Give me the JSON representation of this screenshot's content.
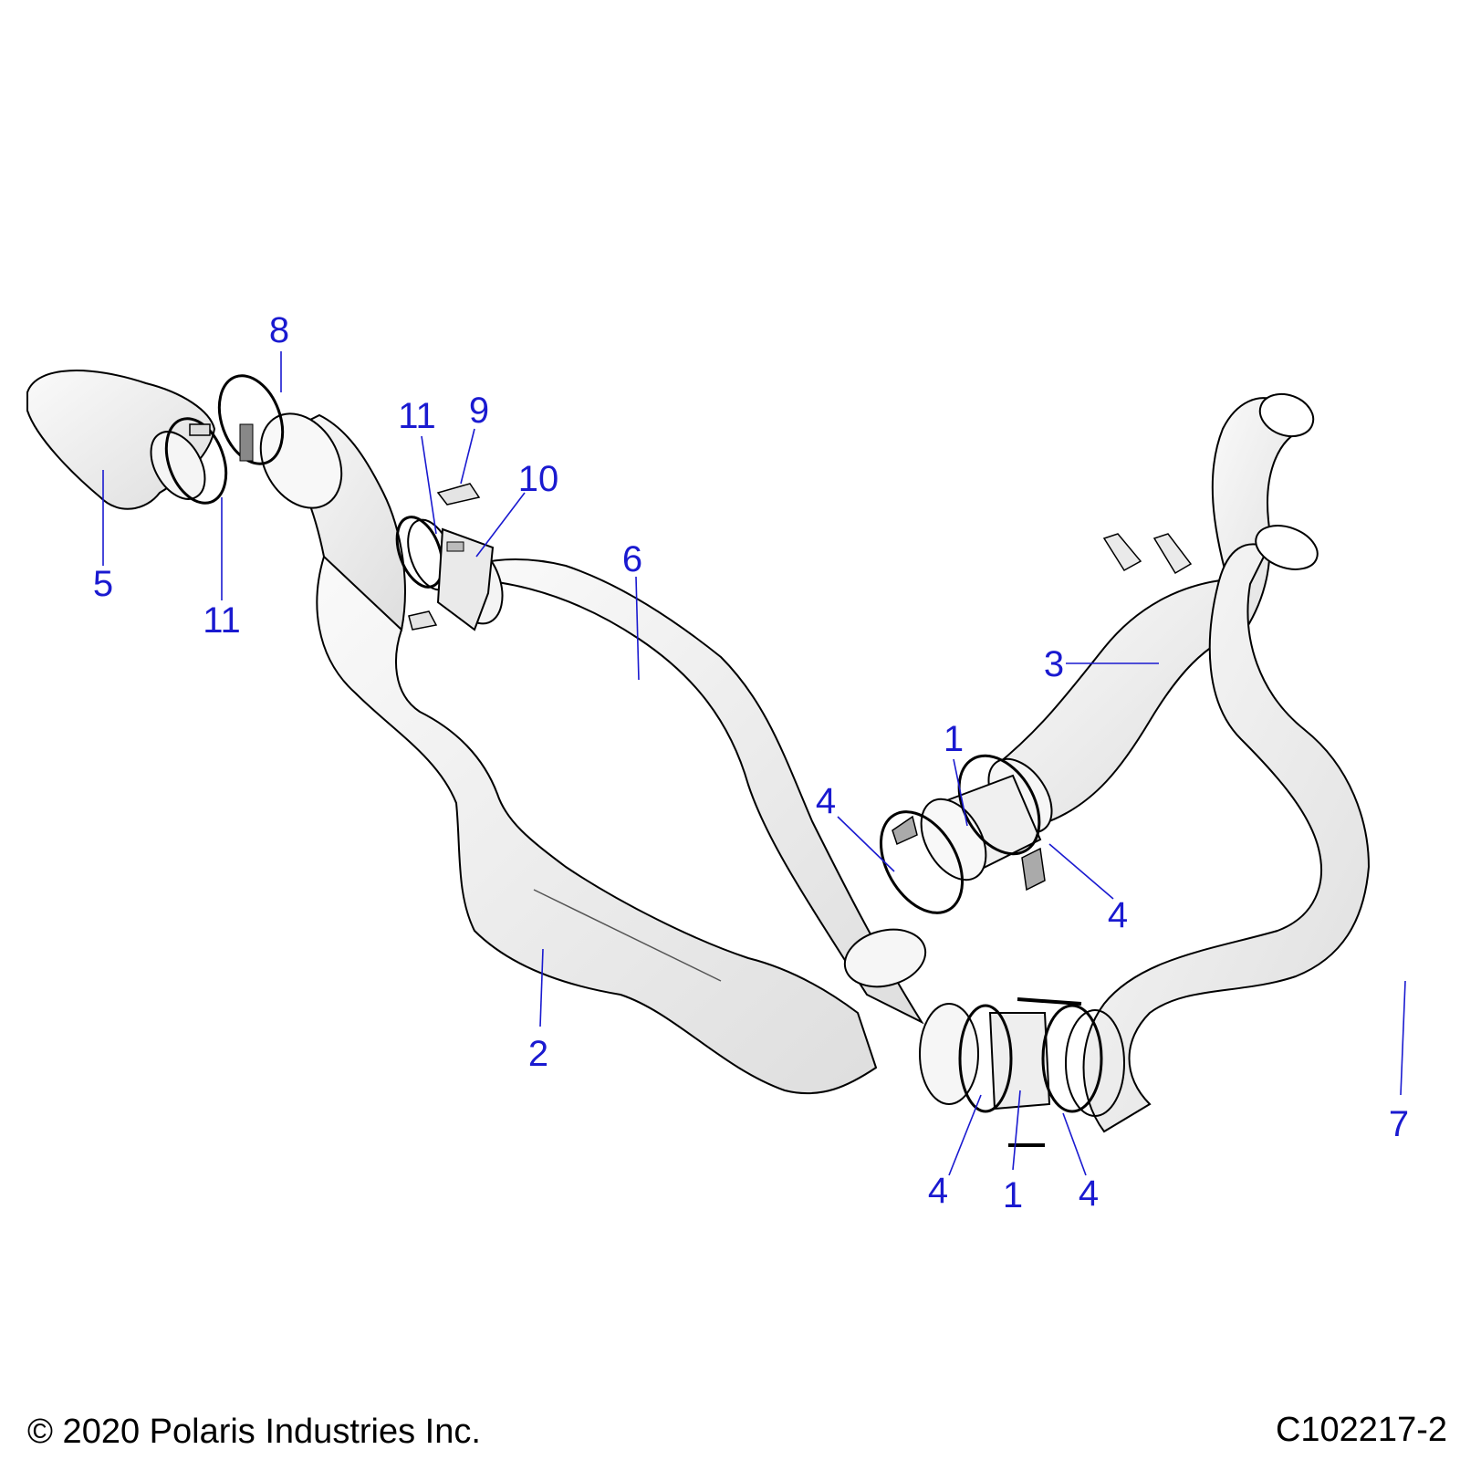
{
  "colors": {
    "callout": "#1a1ad0",
    "outline": "#000000",
    "part_fill": "#f1f1f1",
    "part_shade": "#d4d4d4"
  },
  "callouts": [
    {
      "id": "c1a",
      "label": "1"
    },
    {
      "id": "c1b",
      "label": "1"
    },
    {
      "id": "c2",
      "label": "2"
    },
    {
      "id": "c3",
      "label": "3"
    },
    {
      "id": "c4a",
      "label": "4"
    },
    {
      "id": "c4b",
      "label": "4"
    },
    {
      "id": "c4c",
      "label": "4"
    },
    {
      "id": "c4d",
      "label": "4"
    },
    {
      "id": "c5",
      "label": "5"
    },
    {
      "id": "c6",
      "label": "6"
    },
    {
      "id": "c7",
      "label": "7"
    },
    {
      "id": "c8",
      "label": "8"
    },
    {
      "id": "c9",
      "label": "9"
    },
    {
      "id": "c10",
      "label": "10"
    },
    {
      "id": "c11a",
      "label": "11"
    },
    {
      "id": "c11b",
      "label": "11"
    }
  ],
  "footer": {
    "copyright": "© 2020 Polaris Industries Inc.",
    "figure_id": "C102217-2"
  }
}
